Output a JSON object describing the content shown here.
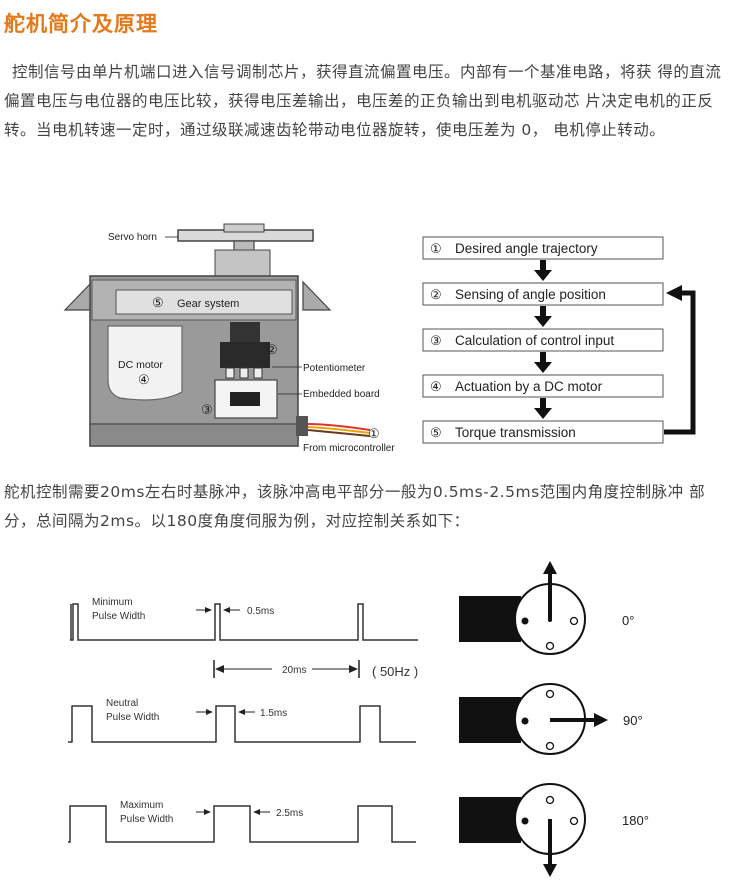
{
  "title": "舵机简介及原理",
  "intro": "控制信号由单片机端口进入信号调制芯片，获得直流偏置电压。内部有一个基准电路，将获 得的直流偏置电压与电位器的电压比较，获得电压差输出，电压差的正负输出到电机驱动芯 片决定电机的正反转。当电机转速一定时，通过级联减速齿轮带动电位器旋转，使电压差为 0， 电机停止转动。",
  "servo": {
    "horn": "Servo horn",
    "gear_num": "⑤",
    "gear": "Gear system",
    "motor": "DC motor",
    "motor_num": "④",
    "pot_num": "②",
    "pot": "Potentiometer",
    "board": "Embedded board",
    "board_num": "③",
    "from_num": "①",
    "from": "From microcontroller"
  },
  "flow": [
    {
      "num": "①",
      "text": "Desired angle trajectory"
    },
    {
      "num": "②",
      "text": "Sensing of angle position"
    },
    {
      "num": "③",
      "text": "Calculation of control input"
    },
    {
      "num": "④",
      "text": "Actuation by a DC motor"
    },
    {
      "num": "⑤",
      "text": "Torque transmission"
    }
  ],
  "pulse_intro": "舵机控制需要20ms左右时基脉冲，该脉冲高电平部分一般为0.5ms-2.5ms范围内角度控制脉冲 部分，总间隔为2ms。以180度角度伺服为例，对应控制关系如下：",
  "pulses": {
    "period": "20ms",
    "freq": "( 50Hz )",
    "rows": [
      {
        "label1": "Minimum",
        "label2": "Pulse Width",
        "width": "0.5ms",
        "angle": "0°"
      },
      {
        "label1": "Neutral",
        "label2": "Pulse Width",
        "width": "1.5ms",
        "angle": "90°"
      },
      {
        "label1": "Maximum",
        "label2": "Pulse Width",
        "width": "2.5ms",
        "angle": "180°"
      }
    ]
  }
}
